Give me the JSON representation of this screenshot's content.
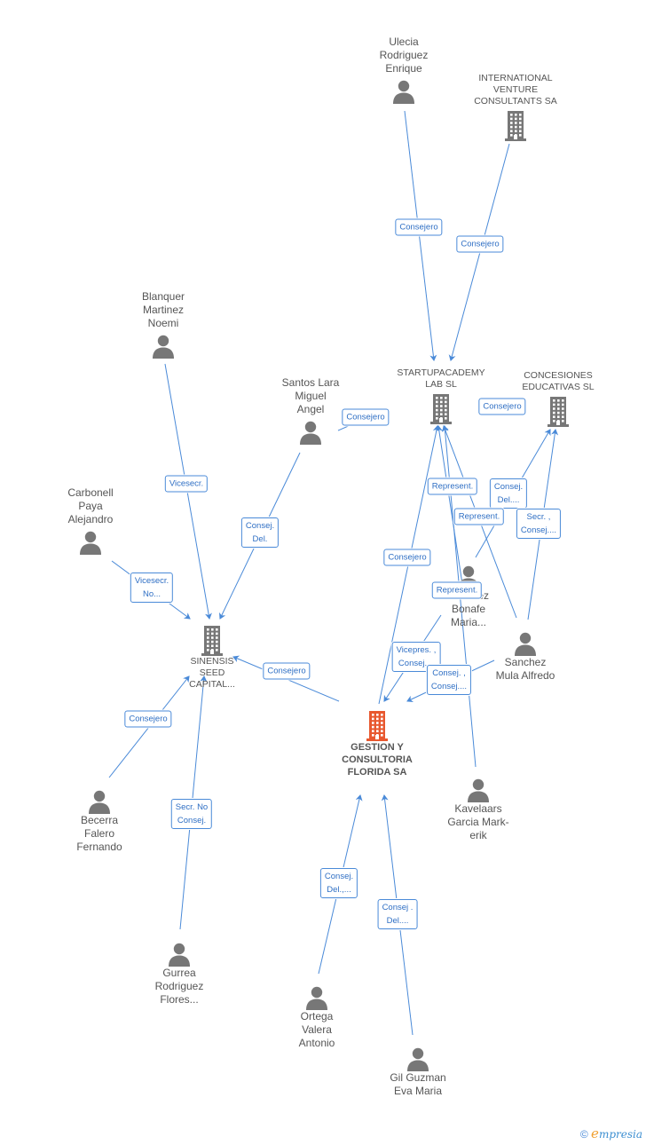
{
  "colors": {
    "edge": "#4a8ad8",
    "person": "#777777",
    "company": "#777777",
    "main_company": "#e8582f"
  },
  "nodes": [
    {
      "id": "ulecia",
      "type": "person",
      "label": "Ulecia\nRodriguez\nEnrique"
    },
    {
      "id": "ivc",
      "type": "company",
      "label": "INTERNATIONAL\nVENTURE\nCONSULTANTS SA"
    },
    {
      "id": "blanquer",
      "type": "person",
      "label": "Blanquer\nMartinez\nNoemi"
    },
    {
      "id": "santos",
      "type": "person",
      "label": "Santos Lara\nMiguel\nAngel"
    },
    {
      "id": "startup",
      "type": "company",
      "label": "STARTUPACADEMY\nLAB  SL"
    },
    {
      "id": "concesiones",
      "type": "company",
      "label": "CONCESIONES\nEDUCATIVAS SL"
    },
    {
      "id": "carbonell",
      "type": "person",
      "label": "Carbonell\nPaya\nAlejandro"
    },
    {
      "id": "martinez",
      "type": "person",
      "label": "Martinez\nBonafe\nMaria..."
    },
    {
      "id": "sinensis",
      "type": "company",
      "label": "SINENSIS\nSEED\nCAPITAL..."
    },
    {
      "id": "sanchez",
      "type": "person",
      "label": "Sanchez\nMula Alfredo"
    },
    {
      "id": "gestion",
      "type": "main",
      "label": "GESTION Y\nCONSULTORIA\nFLORIDA SA"
    },
    {
      "id": "kavelaars",
      "type": "person",
      "label": "Kavelaars\nGarcia Mark-\nerik"
    },
    {
      "id": "becerra",
      "type": "person",
      "label": "Becerra\nFalero\nFernando"
    },
    {
      "id": "gurrea",
      "type": "person",
      "label": "Gurrea\nRodriguez\nFlores..."
    },
    {
      "id": "ortega",
      "type": "person",
      "label": "Ortega\nValera\nAntonio"
    },
    {
      "id": "gil",
      "type": "person",
      "label": "Gil Guzman\nEva Maria"
    }
  ],
  "edges": [
    {
      "from": "ulecia",
      "to": "startup",
      "label": "Consejero"
    },
    {
      "from": "ivc",
      "to": "startup",
      "label": "Consejero"
    },
    {
      "from": "blanquer",
      "to": "sinensis",
      "label": "Vicesecr."
    },
    {
      "from": "santos",
      "to": "sinensis",
      "label": "Consej.\nDel."
    },
    {
      "from": "santos",
      "to": "startup",
      "label": "Consejero"
    },
    {
      "from": "carbonell",
      "to": "sinensis",
      "label": "Vicesecr.\nNo..."
    },
    {
      "from": "martinez",
      "to": "concesiones",
      "label": "Consejero"
    },
    {
      "from": "martinez",
      "to": "startup",
      "label": "Represent."
    },
    {
      "from": "martinez",
      "to": "concesiones",
      "label": "Consej.\nDel...."
    },
    {
      "from": "sanchez",
      "to": "startup",
      "label": "Represent."
    },
    {
      "from": "sanchez",
      "to": "concesiones",
      "label": "Secr. ,\nConsej...."
    },
    {
      "from": "gestion",
      "to": "startup",
      "label": "Consejero"
    },
    {
      "from": "kavelaars",
      "to": "startup",
      "label": "Represent."
    },
    {
      "from": "martinez",
      "to": "gestion",
      "label": "Vicepres. ,\nConsej...."
    },
    {
      "from": "sanchez",
      "to": "gestion",
      "label": "Consej. ,\nConsej...."
    },
    {
      "from": "gestion",
      "to": "sinensis",
      "label": "Consejero"
    },
    {
      "from": "becerra",
      "to": "sinensis",
      "label": "Consejero"
    },
    {
      "from": "gurrea",
      "to": "sinensis",
      "label": "Secr.  No\nConsej."
    },
    {
      "from": "ortega",
      "to": "gestion",
      "label": "Consej.\nDel.,..."
    },
    {
      "from": "gil",
      "to": "gestion",
      "label": "Consej .\nDel...."
    }
  ],
  "footer": {
    "copyright": "©",
    "brand_initial": "e",
    "brand_rest": "mpresia"
  }
}
